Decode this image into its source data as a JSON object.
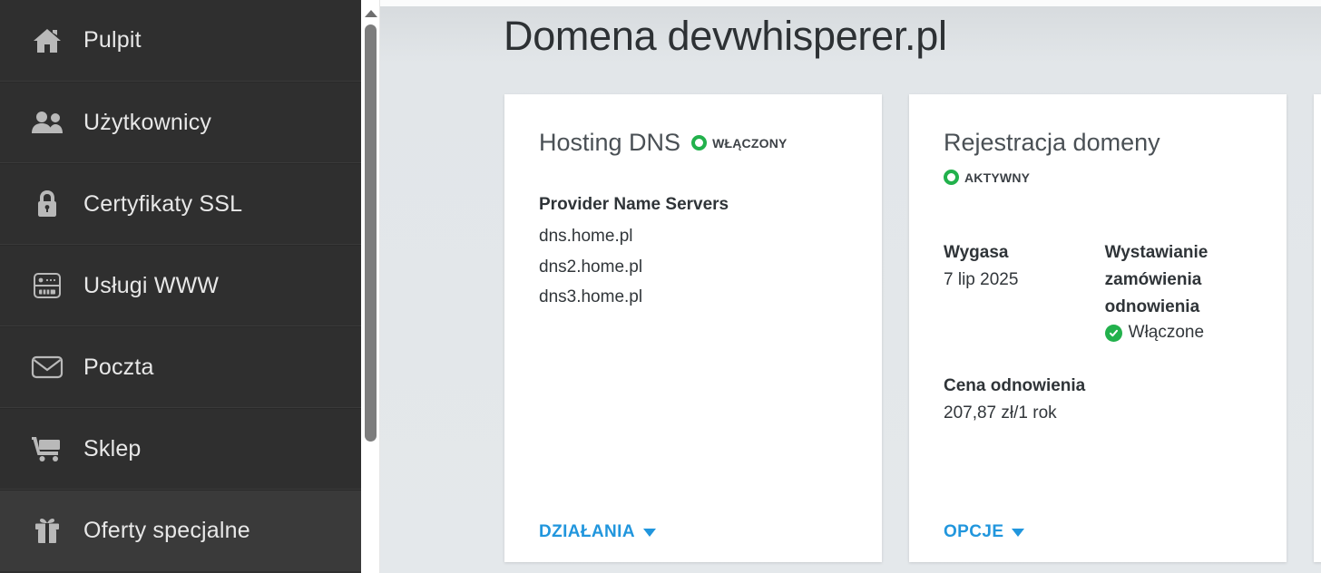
{
  "colors": {
    "sidebar_bg": "#2f2f2f",
    "accent_link": "#2196dd",
    "status_green": "#22b14c",
    "main_bg": "#e4e8eb",
    "title_text": "#2d3134"
  },
  "sidebar": {
    "items": [
      {
        "label": "Pulpit",
        "icon": "home-icon"
      },
      {
        "label": "Użytkownicy",
        "icon": "users-icon"
      },
      {
        "label": "Certyfikaty SSL",
        "icon": "lock-icon"
      },
      {
        "label": "Usługi WWW",
        "icon": "server-icon"
      },
      {
        "label": "Poczta",
        "icon": "envelope-icon"
      },
      {
        "label": "Sklep",
        "icon": "cart-icon"
      },
      {
        "label": "Oferty specjalne",
        "icon": "gift-icon"
      }
    ]
  },
  "scrollbar": {
    "up_arrow": "scroll-up-arrow"
  },
  "main": {
    "title": "Domena devwhisperer.pl",
    "cards": [
      {
        "title": "Hosting DNS",
        "status": {
          "label": "WŁĄCZONY",
          "icon": "status-ring-icon",
          "color": "#22b14c"
        },
        "nameservers_heading": "Provider Name Servers",
        "nameservers": [
          "dns.home.pl",
          "dns2.home.pl",
          "dns3.home.pl"
        ],
        "action": {
          "label": "DZIAŁANIA",
          "caret": "chevron-down-icon"
        }
      },
      {
        "title": "Rejestracja domeny",
        "status": {
          "label": "AKTYWNY",
          "icon": "status-ring-icon",
          "color": "#22b14c"
        },
        "fields": {
          "expires_label": "Wygasa",
          "expires_value": "7 lip 2025",
          "renewal_order_label": "Wystawianie zamówienia odnowienia",
          "renewal_order_value": "Włączone",
          "renewal_order_icon": "check-circle-icon",
          "price_label": "Cena odnowienia",
          "price_value": "207,87 zł/1 rok"
        },
        "action": {
          "label": "OPCJE",
          "caret": "chevron-down-icon"
        }
      }
    ]
  }
}
